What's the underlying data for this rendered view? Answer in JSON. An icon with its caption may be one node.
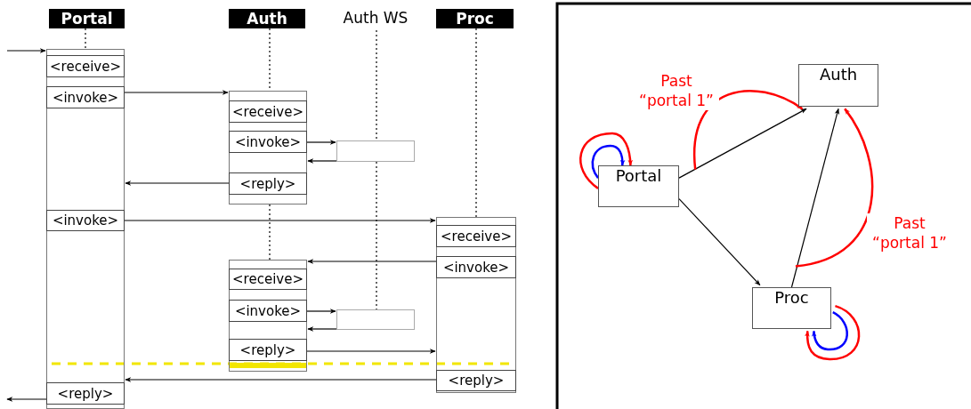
{
  "diagram": {
    "nodes": [
      {
        "text": [
          "Portal"
        ]
      },
      {
        "text": [
          "Auth"
        ]
      },
      {
        "text": [
          "Auth WS"
        ]
      },
      {
        "text": [
          "Proc"
        ]
      },
      {
        "text": [],
        "shape": "bar"
      },
      {
        "text": [
          "<receive>"
        ],
        "in": 4
      },
      {
        "text": [
          "<invoke>"
        ],
        "in": 4
      },
      {
        "text": [],
        "shape": "bar"
      },
      {
        "text": [
          "<receive>"
        ],
        "in": 7
      },
      {
        "text": [
          "<invoke>"
        ],
        "in": 7
      },
      {
        "text": [],
        "shape": "box"
      },
      {
        "text": [
          "<reply>"
        ],
        "in": 7
      },
      {
        "text": [
          "<invoke>"
        ],
        "in": 4
      },
      {
        "text": [],
        "shape": "bar"
      },
      {
        "text": [
          "<receive>"
        ],
        "in": 13
      },
      {
        "text": [
          "<invoke>"
        ],
        "in": 13
      },
      {
        "text": [],
        "shape": "bar"
      },
      {
        "text": [
          "<receive>"
        ],
        "in": 16
      },
      {
        "text": [
          "<invoke>"
        ],
        "in": 16
      },
      {
        "text": [],
        "shape": "box"
      },
      {
        "text": [
          "<reply>"
        ],
        "in": 16
      },
      {
        "text": [
          "<reply>"
        ],
        "in": 13
      },
      {
        "text": [
          "<reply>"
        ],
        "in": 4
      },
      {
        "text": [
          "Auth"
        ]
      },
      {
        "text": [
          "Portal"
        ]
      },
      {
        "text": [
          "Proc"
        ]
      }
    ],
    "edges": [
      {
        "from": null,
        "to": 4,
        "arrow": "to"
      },
      {
        "from": 6,
        "to": 7,
        "arrow": "to"
      },
      {
        "from": 9,
        "to": 10,
        "arrow": "to"
      },
      {
        "from": 10,
        "to": 7,
        "arrow": "to"
      },
      {
        "from": 11,
        "to": 4,
        "arrow": "to"
      },
      {
        "from": 12,
        "to": 13,
        "arrow": "to"
      },
      {
        "from": 15,
        "to": 16,
        "arrow": "to"
      },
      {
        "from": 18,
        "to": 19,
        "arrow": "to"
      },
      {
        "from": 19,
        "to": 16,
        "arrow": "to"
      },
      {
        "from": 20,
        "to": 13,
        "arrow": "to"
      },
      {
        "from": 21,
        "to": 4,
        "arrow": "to"
      },
      {
        "from": 22,
        "to": null,
        "arrow": "to"
      },
      {
        "from": 0,
        "to": 4,
        "arrow": "none",
        "style": "dashed"
      },
      {
        "from": 1,
        "to": 7,
        "arrow": "none",
        "style": "dashed"
      },
      {
        "from": 7,
        "to": 16,
        "arrow": "none",
        "style": "dashed"
      },
      {
        "from": 2,
        "to": 10,
        "arrow": "none",
        "style": "dashed"
      },
      {
        "from": 10,
        "to": 19,
        "arrow": "none",
        "style": "dashed"
      },
      {
        "from": 3,
        "to": 13,
        "arrow": "none",
        "style": "dashed"
      },
      {
        "from": 24,
        "to": 23,
        "arrow": "to"
      },
      {
        "from": 24,
        "to": 25,
        "arrow": "to"
      },
      {
        "from": 25,
        "to": 23,
        "arrow": "to"
      },
      {
        "from": 24,
        "to": 23,
        "arrow": "to",
        "color": "#ff0000",
        "label": "Past “portal 1”"
      },
      {
        "from": 25,
        "to": 23,
        "arrow": "to",
        "color": "#ff0000",
        "label": "Past “portal 1”"
      },
      {
        "from": 24,
        "to": 24,
        "arrow": "to",
        "color": "#ff0000"
      },
      {
        "from": 24,
        "to": 24,
        "arrow": "to",
        "color": "#0000ff"
      },
      {
        "from": 25,
        "to": 25,
        "arrow": "to",
        "color": "#ff0000"
      },
      {
        "from": 25,
        "to": 25,
        "arrow": "to",
        "color": "#0000ff"
      }
    ]
  }
}
